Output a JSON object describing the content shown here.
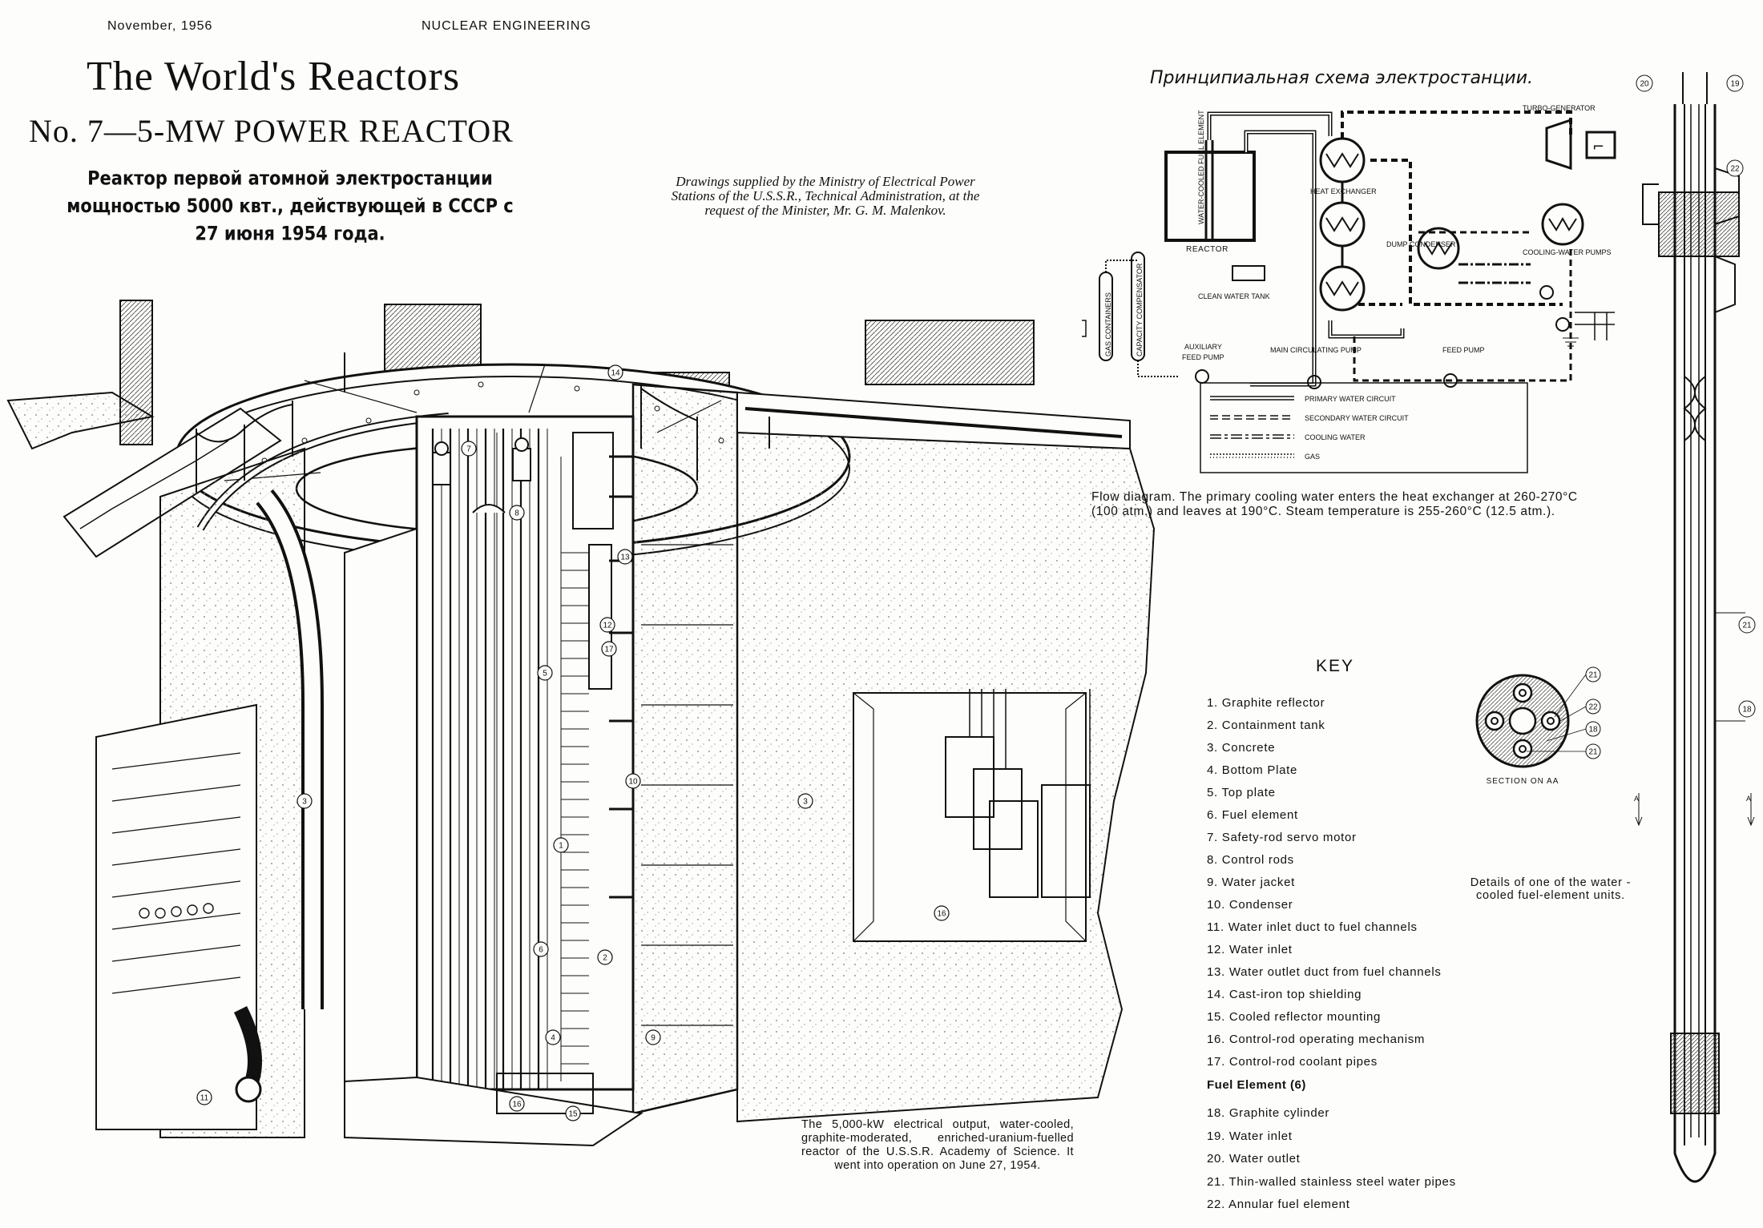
{
  "header": {
    "date": "November, 1956",
    "journal": "NUCLEAR ENGINEERING"
  },
  "title": "The World's Reactors",
  "subtitle": "No. 7—5-MW POWER REACTOR",
  "russian_title": [
    "Реактор первой атомной электростанции",
    "мощностью 5000 квт., действующей в СССР с 27 июня 1954 года."
  ],
  "credit": [
    "Drawings supplied by the Ministry of Electrical Power",
    "Stations of the U.S.S.R., Technical Administration, at the",
    "request of the Minister, Mr. G. M. Malenkov."
  ],
  "flow_diagram": {
    "russian_title": "Принципиальная схема электростанции.",
    "labels": {
      "fuel_element": "WATER-COOLED FUEL ELEMENT",
      "reactor": "REACTOR",
      "heat_exchanger": "HEAT EXCHANGER",
      "turbo_generator": "TURBO-GENERATOR",
      "dump_condenser": "DUMP CONDENSER",
      "cooling_water_pumps": "COOLING-WATER PUMPS",
      "clean_water_tank": "CLEAN WATER TANK",
      "gas_containers": "GAS CONTAINERS",
      "capacity_compensator": "CAPACITY COMPENSATOR",
      "auxiliary_feed_pump_1": "AUXILIARY",
      "auxiliary_feed_pump_2": "FEED PUMP",
      "main_circulating_pump": "MAIN CIRCULATING PUMP",
      "feed_pump": "FEED PUMP"
    },
    "legend": [
      {
        "label": "PRIMARY WATER CIRCUIT",
        "style": "double"
      },
      {
        "label": "SECONDARY WATER CIRCUIT",
        "style": "double-dashed"
      },
      {
        "label": "COOLING WATER",
        "style": "dash-dot"
      },
      {
        "label": "GAS",
        "style": "dotted"
      }
    ],
    "caption": [
      "Flow diagram. The primary cooling water enters the heat exchanger at 260-270°C",
      "(100 atm.) and leaves at 190°C.  Steam temperature is 255-260°C (12.5 atm.)."
    ]
  },
  "reactor_caption": "The 5,000-kW electrical output, water-cooled, graphite-moderated, enriched-uranium-fuelled reactor of the U.S.S.R. Academy of Science. It went into operation on June 27, 1954.",
  "cutaway_callouts": [
    "1",
    "2",
    "3",
    "3",
    "4",
    "5",
    "6",
    "7",
    "8",
    "9",
    "10",
    "11",
    "12",
    "13",
    "14",
    "15",
    "16",
    "16",
    "17"
  ],
  "key": {
    "title": "KEY",
    "items": [
      "1. Graphite reflector",
      "2. Containment tank",
      "3. Concrete",
      "4. Bottom Plate",
      "5. Top plate",
      "6. Fuel element",
      "7. Safety-rod servo motor",
      "8. Control rods",
      "9. Water jacket",
      "10. Condenser",
      "11. Water inlet duct to fuel channels",
      "12. Water inlet",
      "13. Water outlet duct from fuel channels",
      "14. Cast-iron top shielding",
      "15. Cooled reflector mounting",
      "16. Control-rod operating mechanism",
      "17. Control-rod coolant pipes"
    ],
    "fuel_heading": "Fuel Element (6)",
    "fuel_items": [
      "18. Graphite cylinder",
      "19. Water inlet",
      "20. Water outlet",
      "21. Thin-walled stainless steel water pipes",
      "22. Annular fuel element"
    ]
  },
  "section": {
    "label": "SECTION ON AA",
    "callouts": [
      "21",
      "22",
      "18",
      "21"
    ]
  },
  "details_caption": "Details of one of the water - cooled fuel-element units.",
  "fuel_unit_callouts": [
    "20",
    "19",
    "22",
    "21",
    "18"
  ],
  "fuel_unit_section_mark": "A"
}
